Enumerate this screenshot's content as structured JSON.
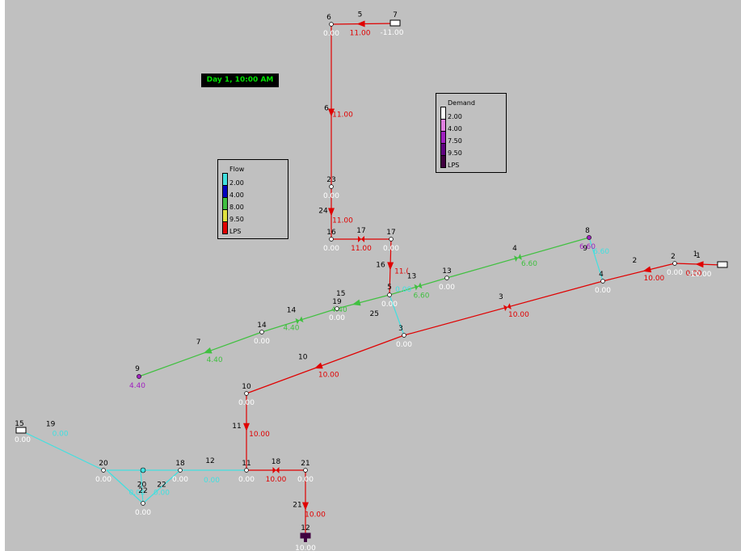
{
  "clock": "Day 1, 10:00 AM",
  "flow_legend": {
    "title": "Flow",
    "levels": [
      {
        "label": "2.00",
        "color": "#40e0e0"
      },
      {
        "label": "4.00",
        "color": "#0000c0"
      },
      {
        "label": "8.00",
        "color": "#40c040"
      },
      {
        "label": "9.50",
        "color": "#e0e040"
      },
      {
        "label": "LPS",
        "color": "#e00000"
      }
    ]
  },
  "demand_legend": {
    "title": "Demand",
    "levels": [
      {
        "label": "2.00",
        "color": "#ffffff"
      },
      {
        "label": "4.00",
        "color": "#e080e0"
      },
      {
        "label": "7.50",
        "color": "#a020c0"
      },
      {
        "label": "9.50",
        "color": "#600080"
      },
      {
        "label": "LPS",
        "color": "#400040"
      }
    ]
  },
  "nodes": [
    {
      "id": "6",
      "value": "0.00",
      "kind": "junction"
    },
    {
      "id": "7",
      "value": "-11.00",
      "kind": "reservoir"
    },
    {
      "id": "23",
      "value": "0.00",
      "kind": "junction"
    },
    {
      "id": "16",
      "value": "0.00",
      "kind": "junction"
    },
    {
      "id": "17",
      "value": "0.00",
      "kind": "junction"
    },
    {
      "id": "8",
      "value": "6.60",
      "kind": "demand"
    },
    {
      "id": "13",
      "value": "0.00",
      "kind": "junction"
    },
    {
      "id": "5",
      "value": "0.00",
      "kind": "junction"
    },
    {
      "id": "19",
      "value": "0.00",
      "kind": "junction"
    },
    {
      "id": "14",
      "value": "0.00",
      "kind": "junction"
    },
    {
      "id": "9",
      "value": "4.40",
      "kind": "demand"
    },
    {
      "id": "3",
      "value": "0.00",
      "kind": "junction"
    },
    {
      "id": "4",
      "value": "0.00",
      "kind": "junction"
    },
    {
      "id": "2",
      "value": "0.00",
      "kind": "junction"
    },
    {
      "id": "1",
      "value": "-10.00",
      "kind": "reservoir"
    },
    {
      "id": "10",
      "value": "0.00",
      "kind": "junction"
    },
    {
      "id": "11",
      "value": "0.00",
      "kind": "junction"
    },
    {
      "id": "21",
      "value": "0.00",
      "kind": "junction"
    },
    {
      "id": "12",
      "value": "10.00",
      "kind": "tank"
    },
    {
      "id": "18",
      "value": "0.00",
      "kind": "junction"
    },
    {
      "id": "20",
      "value": "0.00",
      "kind": "junction"
    },
    {
      "id": "22",
      "value": "0.00",
      "kind": "junction"
    },
    {
      "id": "15",
      "value": "0.00",
      "kind": "reservoir"
    }
  ],
  "links": [
    {
      "id": "5",
      "value": "11.00",
      "color": "#e00000"
    },
    {
      "id": "6",
      "value": "11.00",
      "color": "#e00000"
    },
    {
      "id": "24",
      "value": "11.00",
      "color": "#e00000"
    },
    {
      "id": "17",
      "value": "11.00",
      "color": "#e00000"
    },
    {
      "id": "16",
      "value": "11.(",
      "color": "#e00000"
    },
    {
      "id": "4",
      "value": "6.60",
      "color": "#40c040"
    },
    {
      "id": "9",
      "value": "6.60",
      "color": "#40e0e0"
    },
    {
      "id": "13",
      "value": "6.60",
      "color": "#40c040"
    },
    {
      "id": "15",
      "value": "4.40",
      "color": "#40c040"
    },
    {
      "id": "14",
      "value": "4.40",
      "color": "#40c040"
    },
    {
      "id": "7",
      "value": "4.40",
      "color": "#40c040"
    },
    {
      "id": "25",
      "value": "0.00",
      "color": "#40e0e0"
    },
    {
      "id": "3",
      "value": "10.00",
      "color": "#e00000"
    },
    {
      "id": "2",
      "value": "10.00",
      "color": "#e00000"
    },
    {
      "id": "1",
      "value": "0.00",
      "color": "#e00000"
    },
    {
      "id": "10",
      "value": "10.00",
      "color": "#e00000"
    },
    {
      "id": "11",
      "value": "10.00",
      "color": "#e00000"
    },
    {
      "id": "18",
      "value": "10.00",
      "color": "#e00000"
    },
    {
      "id": "21",
      "value": "10.00",
      "color": "#e00000"
    },
    {
      "id": "12",
      "value": "0.00",
      "color": "#40e0e0"
    },
    {
      "id": "19",
      "value": "0.00",
      "color": "#40e0e0"
    },
    {
      "id": "20",
      "value": "0.00",
      "color": "#40e0e0"
    },
    {
      "id": "22",
      "value": "0.00",
      "color": "#40e0e0"
    }
  ]
}
